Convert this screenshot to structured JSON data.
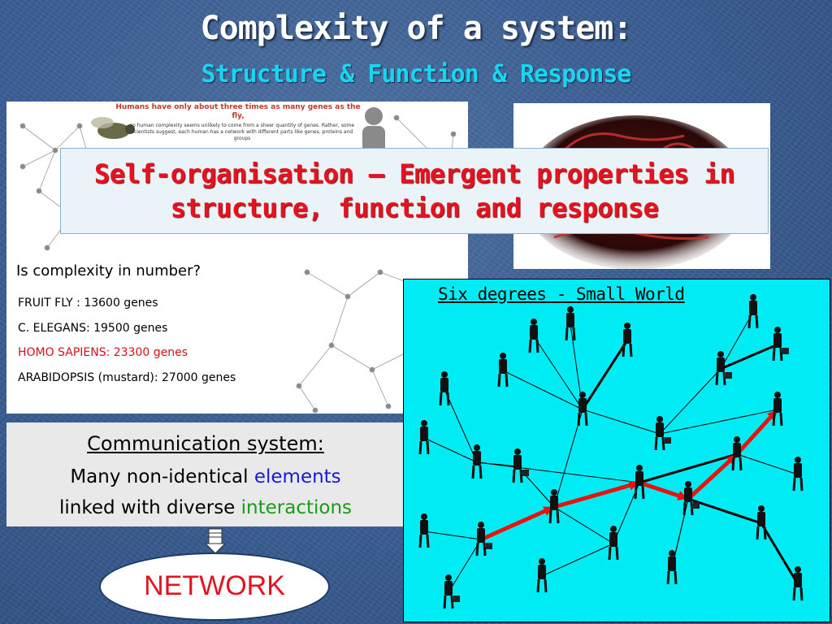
{
  "slide": {
    "title": "Complexity of a system:",
    "subtitle": "Structure & Function & Response"
  },
  "genes_panel": {
    "article_heading": "Humans have only about three times as many genes as the fly,",
    "article_body": "so human complexity seems unlikely to come from a sheer quantity of genes. Rather, some scientists suggest, each human has a network with different parts like genes, proteins and groups",
    "question": "Is complexity in number?",
    "genes": [
      {
        "label": "FRUIT FLY : 13600 genes"
      },
      {
        "label": "C. ELEGANS: 19500 genes"
      },
      {
        "label": "HOMO SAPIENS: 23300 genes"
      },
      {
        "label": "ARABIDOPSIS (mustard): 27000 genes"
      }
    ],
    "highlight_color": "#d4101b"
  },
  "callout": {
    "line1": "Self-organisation – Emergent properties in",
    "line2": "structure, function and response",
    "color": "#e4131f"
  },
  "communication": {
    "title": "Communication system:",
    "line1_prefix": "Many non-identical ",
    "line1_highlight": "elements",
    "line2_prefix": "linked with diverse ",
    "line2_highlight": "interactions"
  },
  "network_label": "NETWORK",
  "small_world": {
    "title": "Six degrees - Small World",
    "background": "#00ecf4",
    "path_color": "#e8120e"
  },
  "icons": [
    "fly-icon",
    "human-silhouette-icon",
    "brain-icon",
    "person-icon",
    "down-arrow-icon"
  ]
}
